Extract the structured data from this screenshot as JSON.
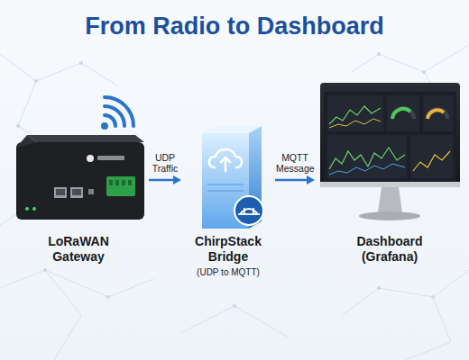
{
  "diagram": {
    "title": "From Radio to Dashboard",
    "nodes": [
      {
        "text": [
          "LoRaWAN Gateway"
        ]
      },
      {
        "text": [
          "ChirpStack Bridge",
          "(UDP to MQTT)"
        ]
      },
      {
        "text": [
          "Dashboard (Grafana)"
        ]
      }
    ],
    "edges": [
      {
        "from": 0,
        "to": 1,
        "label": "UDP Traffic",
        "arrow": "to"
      },
      {
        "from": 1,
        "to": 2,
        "label": "MQTT Message",
        "arrow": "to"
      }
    ]
  }
}
